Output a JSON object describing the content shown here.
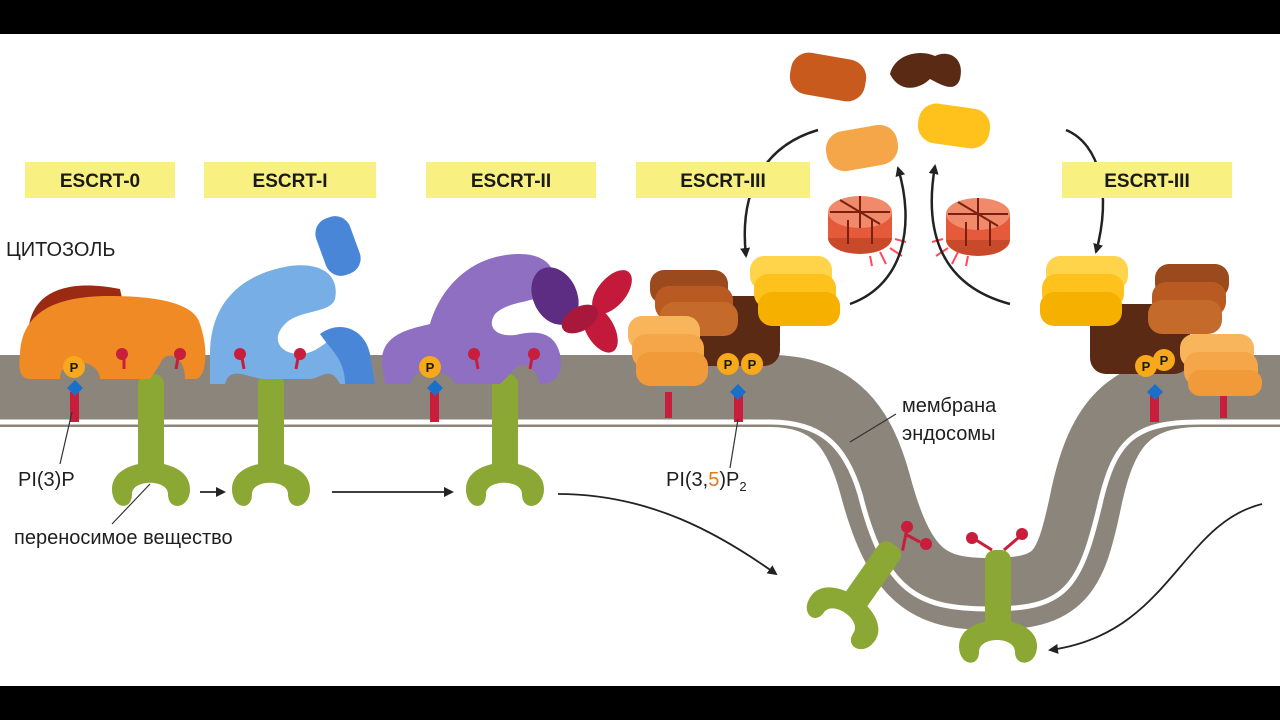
{
  "colors": {
    "membrane": "#8c857c",
    "banner": "#f8f080",
    "cargo": "#8aa833",
    "escrt0": "#f08a24",
    "escrt1": "#78aee6",
    "escrt2": "#8f6fc2",
    "escrt3_orange": "#f5a648",
    "escrt3_yellow": "#ffc21c",
    "escrt3_brown": "#7a3a1a",
    "vps4": "#e55a3a",
    "phosphate": "#f7a81b",
    "lipid_head": "#c81e3c"
  },
  "complexes": [
    {
      "label": "ESCRT-0"
    },
    {
      "label": "ESCRT-I"
    },
    {
      "label": "ESCRT-II"
    },
    {
      "label": "ESCRT-III"
    },
    {
      "label": "ESCRT-III"
    }
  ],
  "labels": {
    "cytosol": "ЦИТОЗОЛЬ",
    "membrane_line1": "мембрана",
    "membrane_line2": "эндосомы",
    "pi3p": "PI(3)P",
    "pi35p2_main": "PI(3,",
    "pi35p2_five": "5",
    "pi35p2_tail": ")P",
    "pi35p2_sub": "2",
    "cargo": "переносимое вещество",
    "phosphate_symbol": "P"
  },
  "icons": [
    "phosphate-marker-icon",
    "cargo-receptor-icon",
    "vps4-hexamer-icon",
    "cycle-arrow-icon"
  ]
}
